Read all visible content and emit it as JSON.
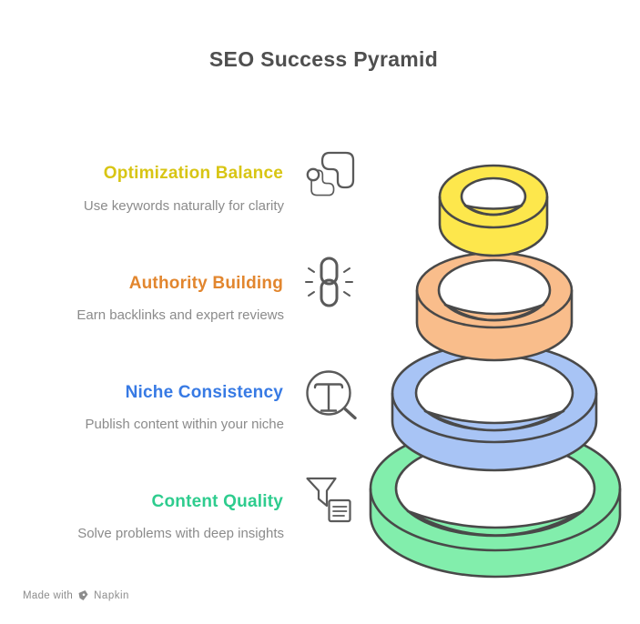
{
  "title": "SEO Success Pyramid",
  "watermark": {
    "prefix": "Made with",
    "brand": "Napkin"
  },
  "pyramid": {
    "type": "stacked-ring-pyramid",
    "outline_color": "#494949",
    "icon_color": "#5a5a5a",
    "levels": [
      {
        "rank": 1,
        "label": "Optimization Balance",
        "description": "Use keywords naturally for clarity",
        "label_color": "#d8c514",
        "ring_color": "#fde74c",
        "icon": "balance-icon"
      },
      {
        "rank": 2,
        "label": "Authority Building",
        "description": "Earn backlinks and expert reviews",
        "label_color": "#e2862e",
        "ring_color": "#f9bd8b",
        "icon": "chain-link-icon"
      },
      {
        "rank": 3,
        "label": "Niche Consistency",
        "description": "Publish content within your niche",
        "label_color": "#377ae4",
        "ring_color": "#a8c4f5",
        "icon": "search-type-icon"
      },
      {
        "rank": 4,
        "label": "Content Quality",
        "description": "Solve problems with deep insights",
        "label_color": "#2ecc8e",
        "ring_color": "#82eeac",
        "icon": "funnel-document-icon"
      }
    ]
  }
}
